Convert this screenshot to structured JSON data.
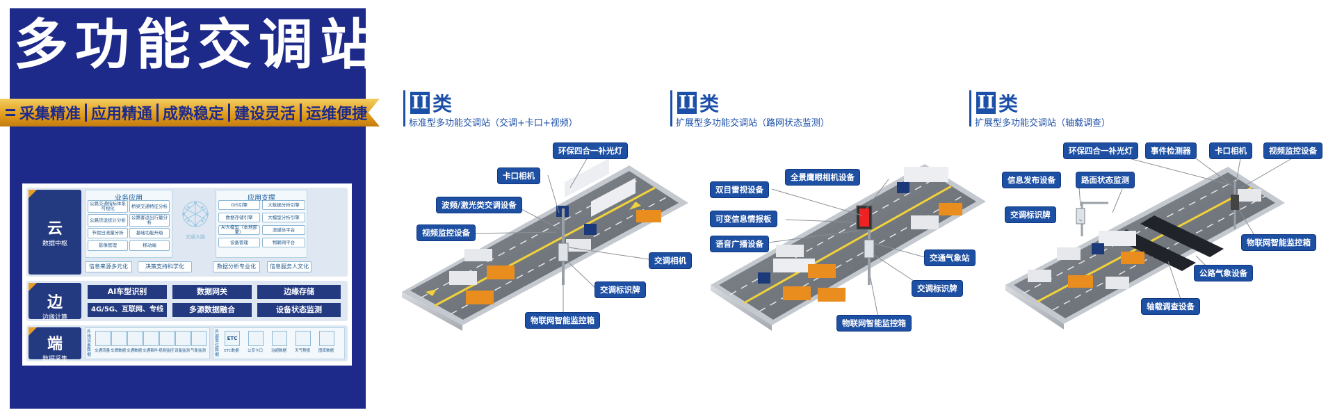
{
  "title": "多功能交调站",
  "banner_items": [
    "采集精准",
    "应用精通",
    "成熟稳定",
    "建设灵活",
    "运维便捷"
  ],
  "diagram": {
    "cloud": {
      "label": "云",
      "sublabel": "数据中枢",
      "business_title": "业务应用",
      "business_items": [
        "公路交通指标体系可视化",
        "桥梁交通特征分析",
        "公路货运统计分析",
        "公路客运出行量分析",
        "节假日流量分析",
        "基础功能升级",
        "影像管理",
        "移动端"
      ],
      "brain_label": "交通大脑",
      "support_title": "应用支撑",
      "support_items": [
        "GIS引擎",
        "大数据分析引擎",
        "数据存储引擎",
        "大模型分析引擎",
        "AI大模型（本地部署）",
        "流媒体平台",
        "设备管理",
        "物联网平台"
      ],
      "footer": [
        "信息来源多元化",
        "决策支持科学化",
        "数据分析专业化",
        "信息服务人文化"
      ]
    },
    "edge": {
      "label": "边",
      "sublabel": "边缘计算",
      "items": [
        "AI车型识别",
        "数据网关",
        "边缘存储",
        "4G/5G、互联网、专线",
        "多源数据融合",
        "设备状态监测"
      ]
    },
    "end": {
      "label": "端",
      "sublabel": "数据采集",
      "group1_title": "外场设备数据",
      "group1": [
        "交通流量",
        "车牌数据",
        "交通数据",
        "交通事件",
        "视频监控",
        "设备监测",
        "气象监测"
      ],
      "group2_title": "外部单位数据",
      "group2_badge": "ETC",
      "group2": [
        "ETC数据",
        "公安卡口",
        "治超数据",
        "天气预报",
        "图库数据"
      ]
    }
  },
  "categories": [
    {
      "mark": "II",
      "word": "类",
      "subtitle": "标准型多功能交调站（交调+卡口+视频）",
      "tags": [
        "环保四合一补光灯",
        "卡口相机",
        "波频/激光类交调设备",
        "视频监控设备",
        "交调相机",
        "交调标识牌",
        "物联网智能监控箱"
      ]
    },
    {
      "mark": "II",
      "word": "类",
      "subtitle": "扩展型多功能交调站（路网状态监测）",
      "tags": [
        "双目雷视设备",
        "全景鹰眼相机设备",
        "可变信息情报板",
        "语音广播设备",
        "交通气象站",
        "交调标识牌",
        "物联网智能监控箱"
      ]
    },
    {
      "mark": "II",
      "word": "类",
      "subtitle": "扩展型多功能交调站（轴载调查）",
      "tags": [
        "环保四合一补光灯",
        "事件检测器",
        "卡口相机",
        "视频监控设备",
        "信息发布设备",
        "路面状态监测",
        "交调标识牌",
        "物联网智能监控箱",
        "公路气象设备",
        "轴载调查设备"
      ]
    }
  ],
  "colors": {
    "navy": "#1e2a8a",
    "gold": "#e9aa2c",
    "tag_blue": "#1d4fa3",
    "road": "#6e737a",
    "truck_orange": "#e88d1e"
  }
}
